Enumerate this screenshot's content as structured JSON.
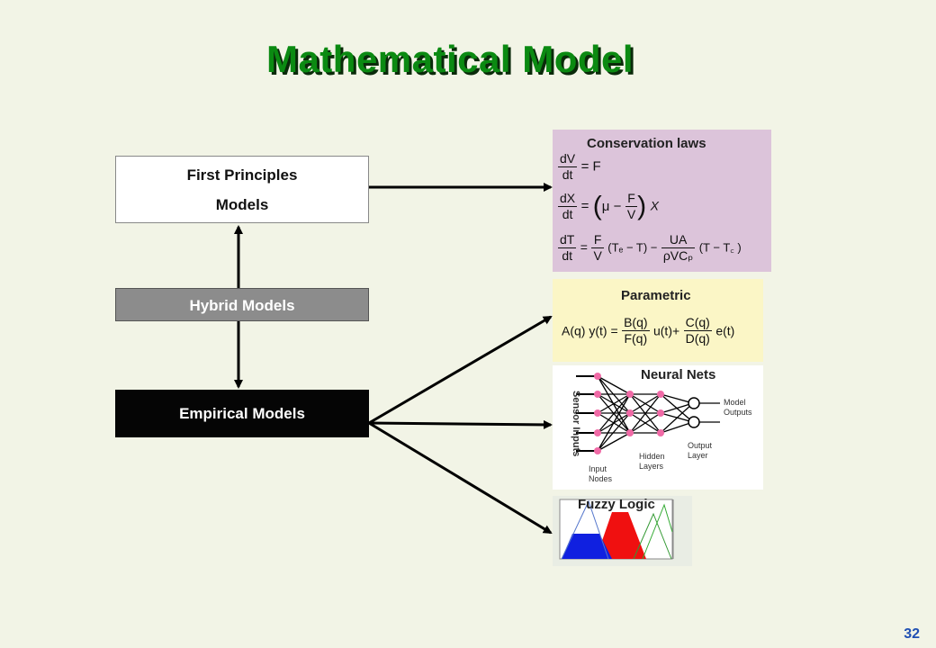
{
  "slide": {
    "title": "Mathematical Model",
    "page_number": "32"
  },
  "models": {
    "first_principles": {
      "line1": "First Principles",
      "line2": "Models"
    },
    "hybrid": "Hybrid Models",
    "empirical": "Empirical Models"
  },
  "panels": {
    "conservation": {
      "label": "Conservation laws",
      "eq1": {
        "lhs_num": "dV",
        "lhs_den": "dt",
        "rhs": "= F"
      },
      "eq2": {
        "lhs_num": "dX",
        "lhs_den": "dt",
        "mu": "μ −",
        "f_num": "F",
        "f_den": "V",
        "tail": "X"
      },
      "eq3": {
        "lhs_num": "dT",
        "lhs_den": "dt",
        "f_num": "F",
        "f_den": "V",
        "mid": "(Tₑ − T) −",
        "ua_num": "UA",
        "ua_den": "ρVCₚ",
        "tail": "(T − T꜀ )"
      }
    },
    "parametric": {
      "label": "Parametric",
      "lhs": "A(q) y(t) =",
      "b_num": "B(q)",
      "b_den": "F(q)",
      "mid": "u(t)+",
      "c_num": "C(q)",
      "c_den": "D(q)",
      "tail": "e(t)"
    },
    "neural": {
      "label": "Neural Nets",
      "sensor_inputs": "Sensor Inputs",
      "input_nodes": "Input\nNodes",
      "hidden_layers": "Hidden\nLayers",
      "output_layer": "Output\nLayer",
      "model_outputs": "Model\nOutputs"
    },
    "fuzzy": {
      "label": "Fuzzy Logic"
    }
  },
  "colors": {
    "title_green": "#0b8a12",
    "conservation_bg": "#dcc4da",
    "parametric_bg": "#fbf6c6",
    "node_pink": "#f06aa6",
    "fuzzy_blue": "#1020e0",
    "fuzzy_red": "#f01010"
  }
}
